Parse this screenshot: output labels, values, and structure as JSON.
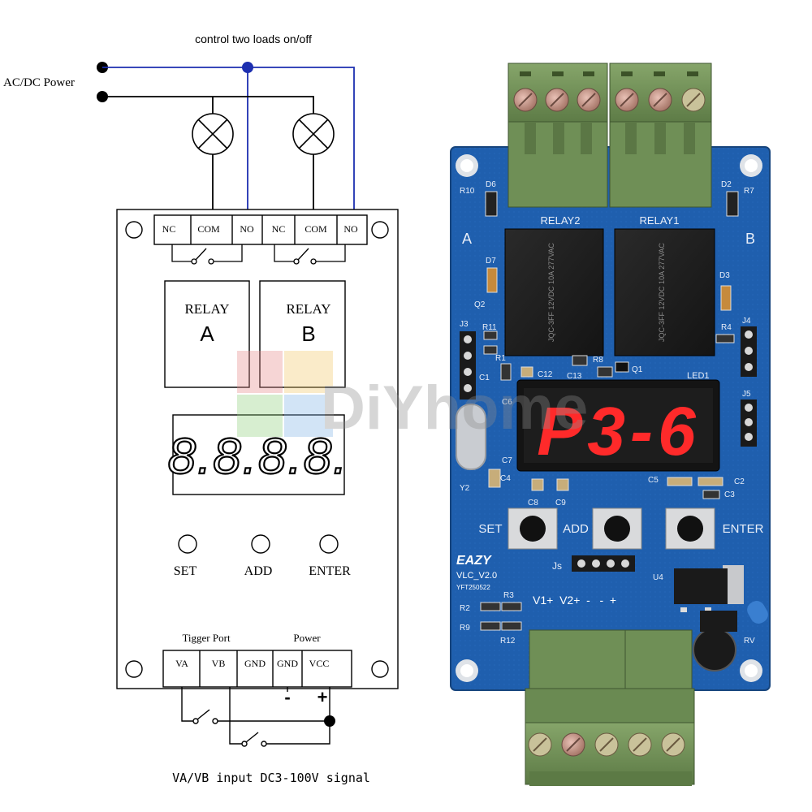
{
  "diagram": {
    "title": "control two loads  on/off",
    "power_label": "AC/DC Power",
    "input_caption": "VA/VB input DC3-100V  signal",
    "relay_terminals": [
      "NC",
      "COM",
      "NO",
      "NC",
      "COM",
      "NO"
    ],
    "relay_a": {
      "line1": "RELAY",
      "line2": "A"
    },
    "relay_b": {
      "line1": "RELAY",
      "line2": "B"
    },
    "display": "8.8.8.8.",
    "buttons": [
      "SET",
      "ADD",
      "ENTER"
    ],
    "trigger_port_label": "Tigger Port",
    "power_port_label": "Power",
    "input_terminals": [
      "VA",
      "VB",
      "GND",
      "GND",
      "VCC"
    ],
    "minus": "-",
    "plus": "+"
  },
  "board": {
    "display": "P3-6",
    "relay_labels": [
      "RELAY2",
      "RELAY1"
    ],
    "side_a": "A",
    "side_b": "B",
    "buttons": [
      "SET",
      "ADD",
      "ENTER"
    ],
    "brand": "EAZY",
    "model": "VLC_V2.0",
    "serial": "YFT250522",
    "input_labels": "V1+  V2+  -   -  +",
    "led_label": "LED1",
    "js_label": "Js",
    "components": [
      "R10",
      "D6",
      "D2",
      "R7",
      "D7",
      "D3",
      "Q2",
      "R11",
      "R4",
      "J4",
      "J3",
      "R1",
      "C1",
      "C12",
      "C13",
      "R8",
      "Q1",
      "C6",
      "J5",
      "C7",
      "C4",
      "Y2",
      "C8",
      "C9",
      "C5",
      "C2",
      "C3",
      "U4",
      "R2",
      "R3",
      "R9",
      "R12",
      "RV"
    ],
    "colors": {
      "pcb": "#1f5fae",
      "terminal": "#6f8f56",
      "led_red": "#ff2a2a",
      "relay_black": "#1c1c1c"
    }
  },
  "watermark": "DiYhome"
}
